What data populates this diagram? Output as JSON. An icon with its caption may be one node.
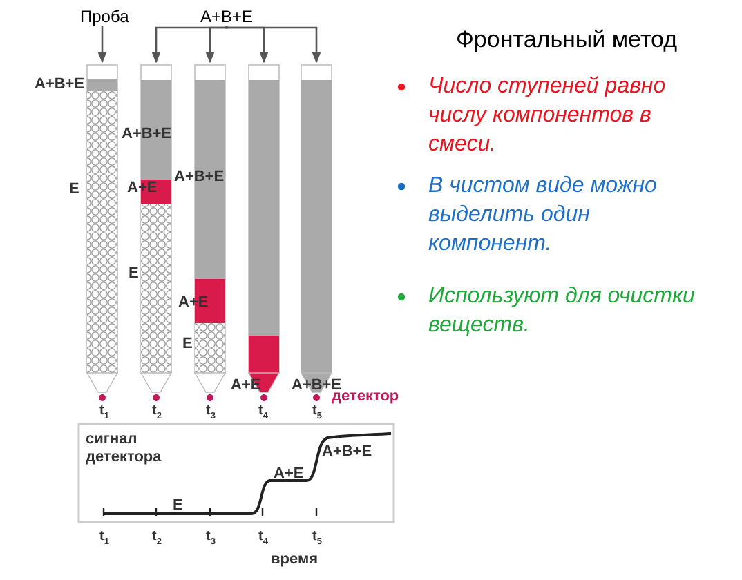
{
  "diagram": {
    "title": "Фронтальный метод",
    "nodes": [
      {
        "text": [
          "Проба"
        ]
      },
      {
        "text": [
          "A+B+E"
        ]
      },
      {
        "text": [],
        "shape": "bar"
      },
      {
        "text": [],
        "shape": "bar"
      },
      {
        "text": [],
        "shape": "bar"
      },
      {
        "text": [],
        "shape": "bar"
      },
      {
        "text": [],
        "shape": "bar"
      }
    ],
    "edges": [
      {
        "from": 0,
        "to": 2,
        "arrow": "to"
      },
      {
        "from": 1,
        "to": 3,
        "arrow": "to"
      },
      {
        "from": 1,
        "to": 4,
        "arrow": "to"
      },
      {
        "from": 1,
        "to": 5,
        "arrow": "to"
      },
      {
        "from": 1,
        "to": 6,
        "arrow": "to"
      }
    ],
    "labels": [
      "A+B+E",
      "A+B+E",
      "E",
      "A+E",
      "A+B+E",
      "E",
      "A+E",
      "E",
      "A+E",
      "A+B+E",
      "детектор",
      "t$_{1}$",
      "t$_{2}$",
      "t$_{3}$",
      "t$_{4}$",
      "t$_{5}$",
      "Число ступеней равно числу компонентов в смеси.",
      "В чистом виде можно выделить один компонент.",
      "Используют для очистки веществ.",
      "сигнал детектора",
      "A+E",
      "A+B+E",
      "E",
      "t$_{1}$",
      "t$_{2}$",
      "t$_{3}$",
      "t$_{4}$",
      "t$_{5}$",
      "время"
    ]
  }
}
